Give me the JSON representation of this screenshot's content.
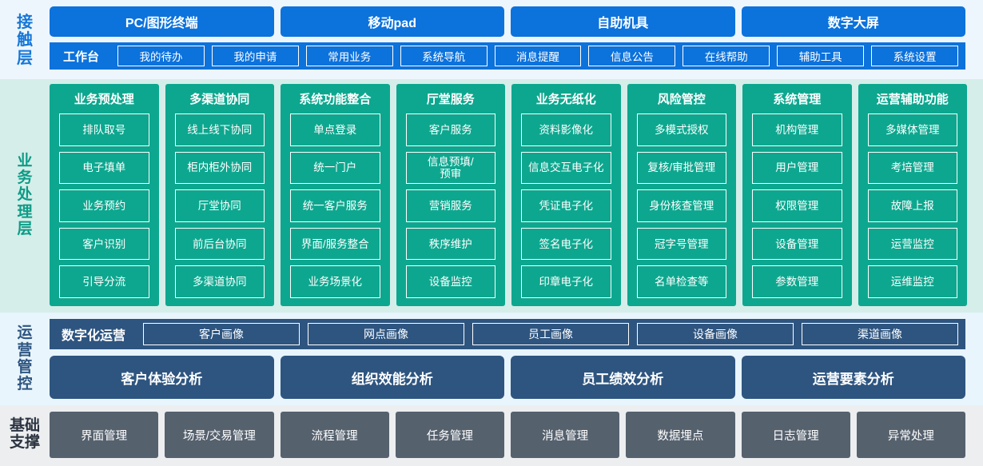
{
  "colors": {
    "contact_bg": "#eef6fd",
    "contact_blue": "#0c72dc",
    "business_bg": "#d5eeea",
    "business_teal": "#0da78f",
    "ops_bg": "#e8f5fc",
    "ops_steel": "#2e5580",
    "base_bg": "#eceef0",
    "base_grey": "#56616e"
  },
  "layers": {
    "contact": {
      "label": "接触层",
      "label_chars": [
        "接",
        "触",
        "层"
      ],
      "channels": [
        "PC/图形终端",
        "移动pad",
        "自助机具",
        "数字大屏"
      ],
      "workbench_title": "工作台",
      "workbench_items": [
        "我的待办",
        "我的申请",
        "常用业务",
        "系统导航",
        "消息提醒",
        "信息公告",
        "在线帮助",
        "辅助工具",
        "系统设置"
      ]
    },
    "business": {
      "label": "业务处理层",
      "label_chars": [
        "业",
        "务",
        "处",
        "理",
        "层"
      ],
      "columns": [
        {
          "title": "业务预处理",
          "items": [
            "排队取号",
            "电子填单",
            "业务预约",
            "客户识别",
            "引导分流"
          ]
        },
        {
          "title": "多渠道协同",
          "items": [
            "线上线下协同",
            "柜内柜外协同",
            "厅堂协同",
            "前后台协同",
            "多渠道协同"
          ]
        },
        {
          "title": "系统功能整合",
          "items": [
            "单点登录",
            "统一门户",
            "统一客户服务",
            "界面/服务整合",
            "业务场景化"
          ]
        },
        {
          "title": "厅堂服务",
          "items": [
            "客户服务",
            "信息预填/\n预审",
            "营销服务",
            "秩序维护",
            "设备监控"
          ]
        },
        {
          "title": "业务无纸化",
          "items": [
            "资料影像化",
            "信息交互电子化",
            "凭证电子化",
            "签名电子化",
            "印章电子化"
          ]
        },
        {
          "title": "风险管控",
          "items": [
            "多模式授权",
            "复核/审批管理",
            "身份核查管理",
            "冠字号管理",
            "名单检查等"
          ]
        },
        {
          "title": "系统管理",
          "items": [
            "机构管理",
            "用户管理",
            "权限管理",
            "设备管理",
            "参数管理"
          ]
        },
        {
          "title": "运营辅助功能",
          "items": [
            "多媒体管理",
            "考培管理",
            "故障上报",
            "运营监控",
            "运维监控"
          ]
        }
      ]
    },
    "operations": {
      "label": "运营管控",
      "label_chars": [
        "运",
        "营",
        "管",
        "控"
      ],
      "digital_title": "数字化运营",
      "portraits": [
        "客户画像",
        "网点画像",
        "员工画像",
        "设备画像",
        "渠道画像"
      ],
      "analyses": [
        "客户体验分析",
        "组织效能分析",
        "员工绩效分析",
        "运营要素分析"
      ]
    },
    "base": {
      "label": "基础支撑",
      "label_cols": [
        [
          "基",
          "支"
        ],
        [
          "础",
          "撑"
        ]
      ],
      "items": [
        "界面管理",
        "场景/交易管理",
        "流程管理",
        "任务管理",
        "消息管理",
        "数据埋点",
        "日志管理",
        "异常处理"
      ]
    }
  }
}
